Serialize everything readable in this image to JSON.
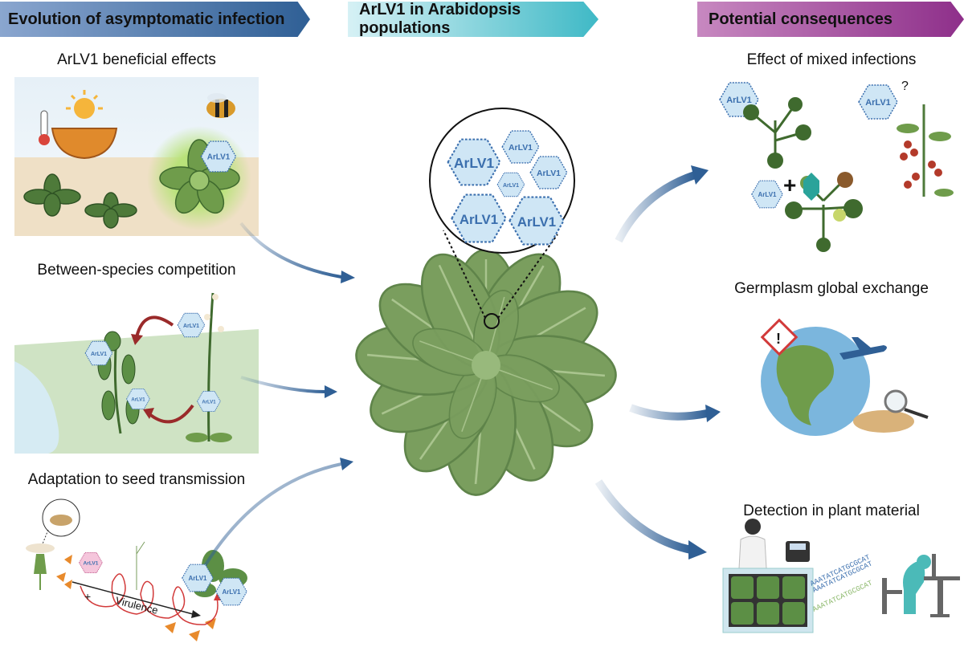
{
  "banners": {
    "left": "Evolution of asymptomatic infection",
    "center": "ArLV1 in Arabidopsis populations",
    "right": "Potential consequences"
  },
  "left_sections": {
    "beneficial": "ArLV1 beneficial effects",
    "competition": "Between-species competition",
    "seed": "Adaptation to seed transmission"
  },
  "right_sections": {
    "mixed": "Effect of mixed infections",
    "germplasm": "Germplasm global exchange",
    "detection": "Detection in plant material"
  },
  "virus_label": "ArLV1",
  "axis": {
    "label": "Virulence",
    "plus": "+"
  },
  "mixed": {
    "question": "?",
    "plus": "+"
  },
  "dna": {
    "seq1": "AAATATCATGCGCAT",
    "seq2": "AAATATCATGCGCAT",
    "seq3": "AAATATCATGCGCAT"
  },
  "colors": {
    "arrow": "#2f5f95",
    "virus_fill": "#cfe6f5",
    "virus_text": "#3b6fae",
    "leaf": "#7a9e5e"
  }
}
